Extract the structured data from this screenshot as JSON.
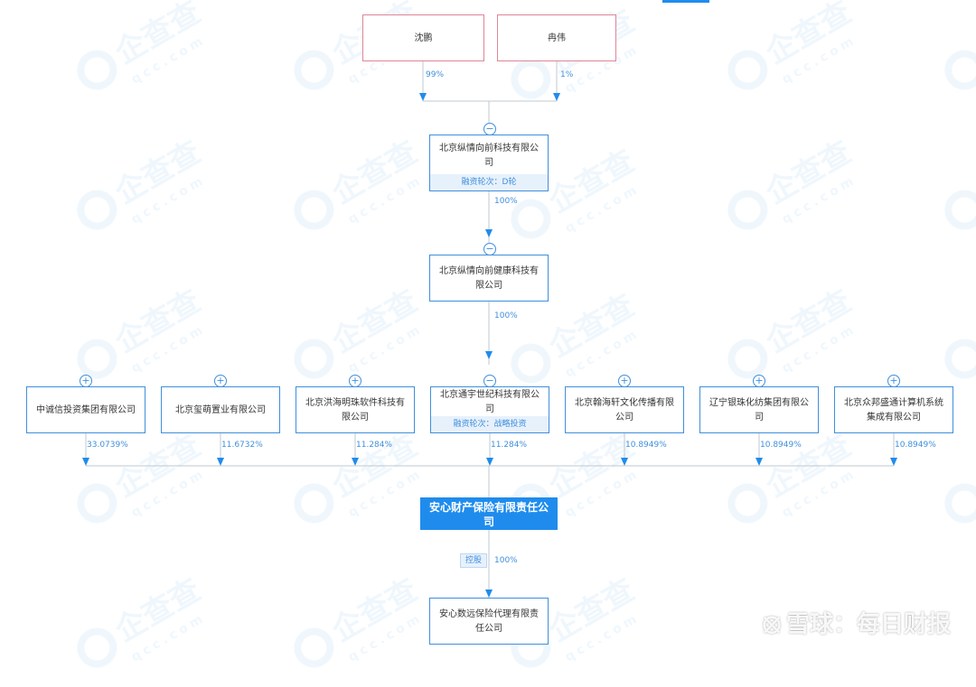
{
  "watermark": {
    "text": "企查查",
    "sub": "qcc.com"
  },
  "shareholders_top": [
    {
      "name": "沈鹏",
      "pct": "99%"
    },
    {
      "name": "冉伟",
      "pct": "1%"
    }
  ],
  "level1": {
    "name": "北京纵情向前科技有限公司",
    "sub": "融资轮次：D轮",
    "pct": "100%"
  },
  "level2": {
    "name": "北京纵情向前健康科技有限公司",
    "pct": "100%"
  },
  "row": [
    {
      "name": "中诚信投资集团有限公司",
      "pct": "33.0739%"
    },
    {
      "name": "北京玺萌置业有限公司",
      "pct": "11.6732%"
    },
    {
      "name": "北京洪海明珠软件科技有限公司",
      "pct": "11.284%"
    },
    {
      "name": "北京通宇世纪科技有限公司",
      "pct": "11.284%",
      "sub": "融资轮次：战略投资"
    },
    {
      "name": "北京翰海轩文化传播有限公司",
      "pct": "10.8949%"
    },
    {
      "name": "辽宁银珠化纺集团有限公司",
      "pct": "10.8949%"
    },
    {
      "name": "北京众邦盛通计算机系统集成有限公司",
      "pct": "10.8949%"
    }
  ],
  "target": {
    "name": "安心财产保险有限责任公司"
  },
  "subsidiary": {
    "name": "安心数远保险代理有限责任公司",
    "tag": "控股",
    "pct": "100%"
  },
  "credit": {
    "mark": "⦻",
    "text": "雪球：每日财报"
  },
  "toggle_minus": "−",
  "toggle_plus": "+"
}
